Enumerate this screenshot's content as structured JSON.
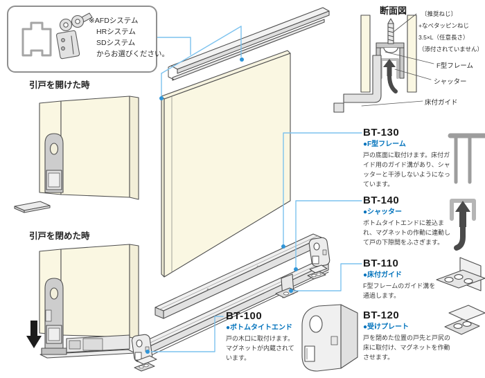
{
  "ref_box": {
    "note_lines": [
      "※AFDシステム",
      "HRシステム",
      "SDシステム",
      "からお選びください。"
    ]
  },
  "left_panel": {
    "open_label": "引戸を開けた時",
    "closed_label": "引戸を閉めた時"
  },
  "cross_section": {
    "title": "断面図",
    "screw_note_lines": [
      "〔推奨ねじ〕",
      "+なべタッピンねじ",
      "3.5×L（任意長さ）",
      "（添付されていません）"
    ],
    "label_f_frame": "F型フレーム",
    "label_shutter": "シャッター",
    "label_floor_guide": "床付ガイド"
  },
  "callouts": {
    "bt130": {
      "id": "BT-130",
      "name": "●F型フレーム",
      "desc": "戸の底面に取付けます。床付ガイド用のガイド溝があり、シャッターと干渉しないようになっています。"
    },
    "bt140": {
      "id": "BT-140",
      "name": "●シャッター",
      "desc": "ボトムタイトエンドに差込まれ、マグネットの作動に連動して戸の下隙間をふさぎます。"
    },
    "bt110": {
      "id": "BT-110",
      "name": "●床付ガイド",
      "desc": "F型フレームのガイド溝を通過します。"
    },
    "bt120": {
      "id": "BT-120",
      "name": "●受けプレート",
      "desc": "戸を閉めた位置の戸先と戸尻の床に取付け、マグネットを作動させます。"
    },
    "bt100": {
      "id": "BT-100",
      "name": "●ボトムタイトエンド",
      "desc": "戸の木口に取付けます。マグネットが内蔵されています。"
    }
  },
  "colors": {
    "accent_blue": "#0072bc",
    "leader_blue": "#7cc2ee",
    "dot_blue": "#2f95d8",
    "door_cream": "#faf7e2",
    "part_gray": "#d9d9d9",
    "outline_gray": "#4d4d4d",
    "arrow_black": "#1c1c1c"
  }
}
